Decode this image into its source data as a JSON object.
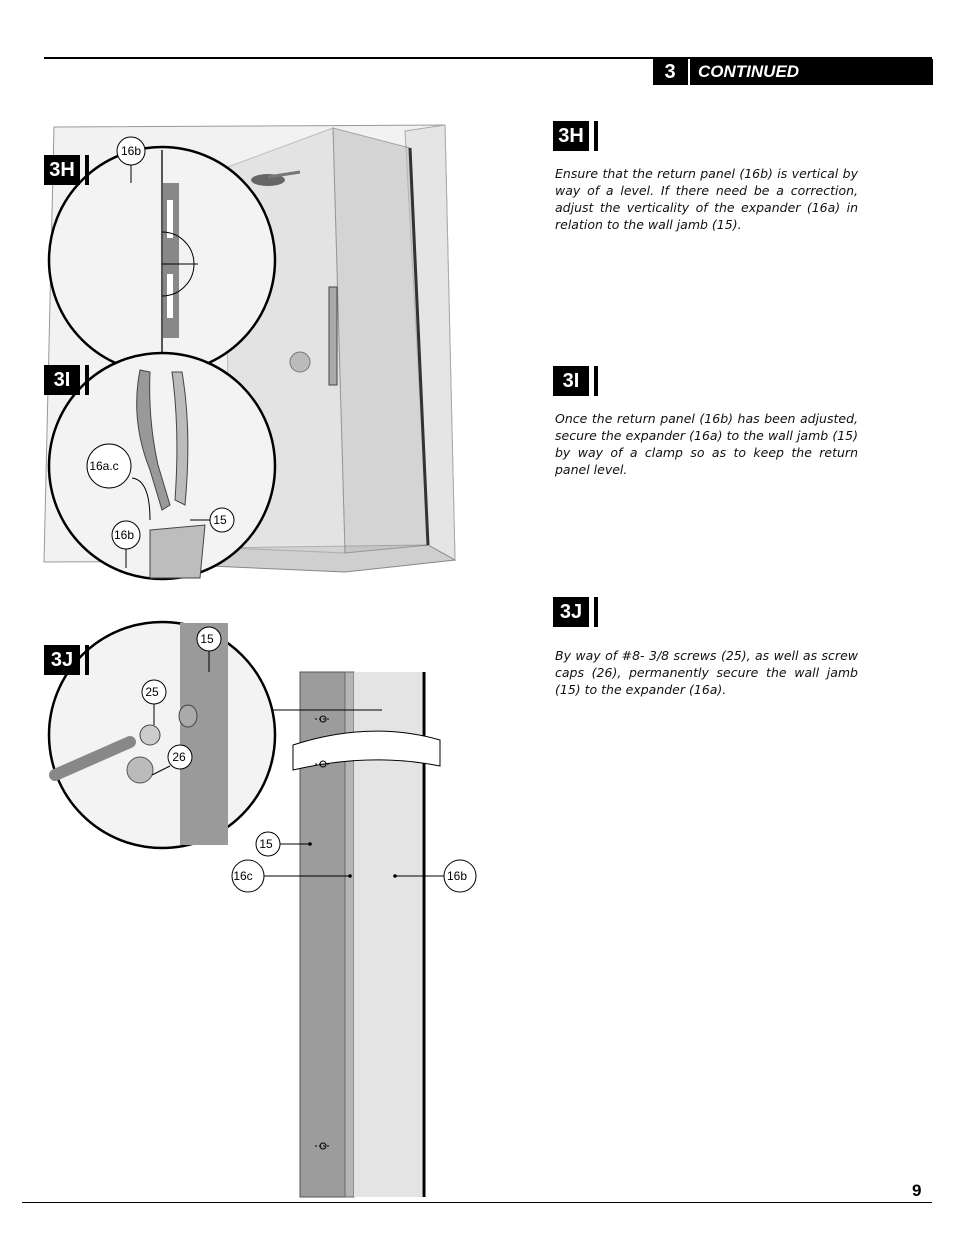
{
  "header": {
    "section_number": "3",
    "section_title": "CONTINUED"
  },
  "steps": [
    {
      "id": "3H",
      "text": "Ensure that the return panel (16b) is vertical by way of a level. If there need be a correction, adjust the verticality of the expander (16a) in relation to the wall jamb (15)."
    },
    {
      "id": "3I",
      "text": "Once the return panel (16b) has been adjusted, secure the expander (16a) to the wall jamb (15) by way of a clamp so as to keep the return panel level."
    },
    {
      "id": "3J",
      "text": "By way of #8- 3/8 screws (25), as well as screw caps (26),  permanently secure the wall jamb (15) to the expander (16a)."
    }
  ],
  "figure_labels": {
    "h_16b": "16b",
    "i_16ac": "16a.c",
    "i_16b": "16b",
    "i_15": "15",
    "j_15": "15",
    "j_25": "25",
    "j_26": "26",
    "jamb_15": "15",
    "jamb_16c": "16c",
    "jamb_16b": "16b"
  },
  "page_number": "9"
}
